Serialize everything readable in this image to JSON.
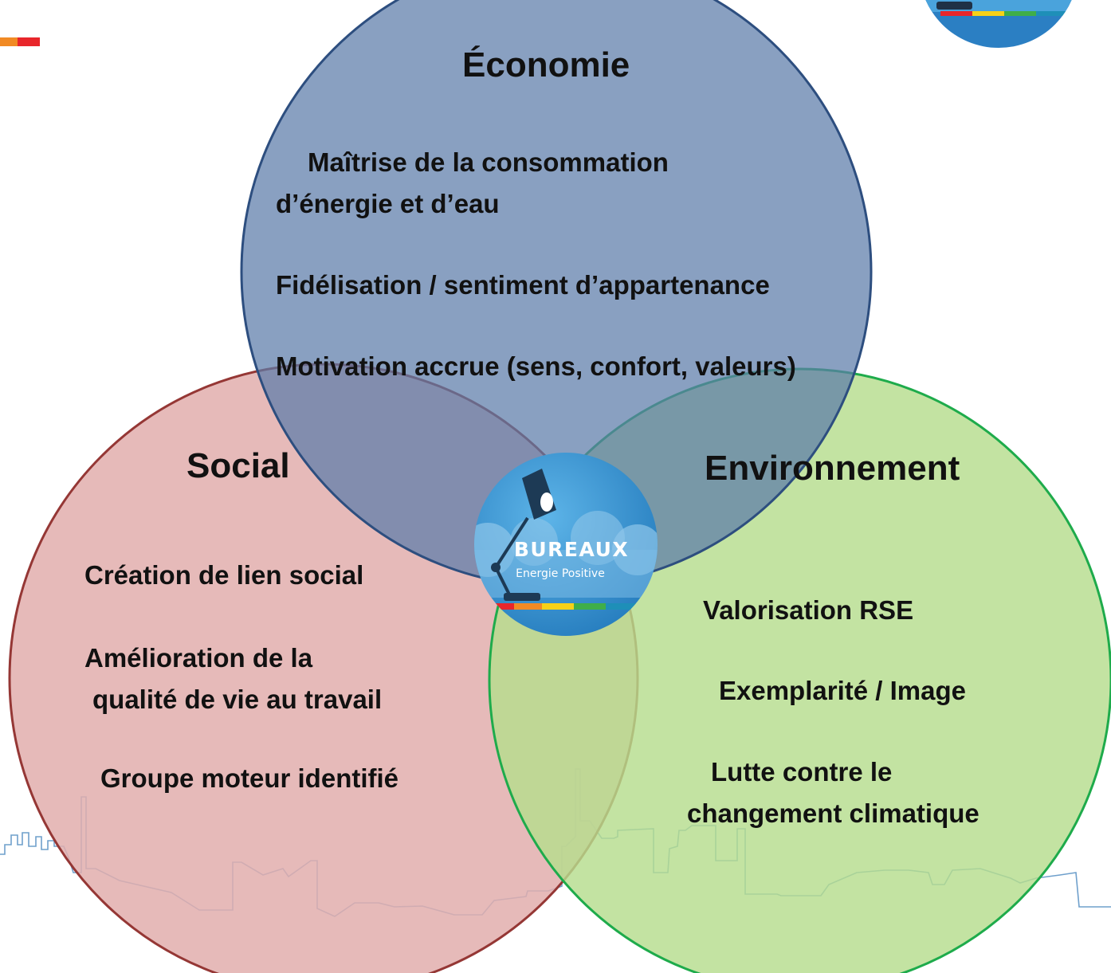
{
  "diagram": {
    "type": "venn",
    "circles": {
      "economy": {
        "title": "Économie",
        "color": "#7690B5",
        "items": [
          "Maîtrise de la consommation",
          "d’énergie et d’eau",
          "Fidélisation / sentiment d’appartenance",
          "Motivation accrue (sens, confort, valeurs)"
        ]
      },
      "social": {
        "title": "Social",
        "color": "#E2AEAD",
        "items": [
          "Création de lien social",
          "Amélioration de la",
          "qualité de vie au travail",
          "Groupe moteur identifié"
        ]
      },
      "environment": {
        "title": "Environnement",
        "color": "#B6DD8E",
        "items": [
          "Valorisation RSE",
          "Exemplarité / Image",
          "Lutte contre le",
          "changement climatique"
        ]
      }
    }
  },
  "center_logo": {
    "line1": "BUREAUX",
    "line2": "Energie Positive",
    "icon": "desk-lamp-icon"
  },
  "decorations": {
    "corner_logo": "bureaux-logo-fragment",
    "accent_bar_colors": [
      "#F18A24",
      "#E8262B"
    ],
    "skyline_color": "#6FA0CC"
  }
}
